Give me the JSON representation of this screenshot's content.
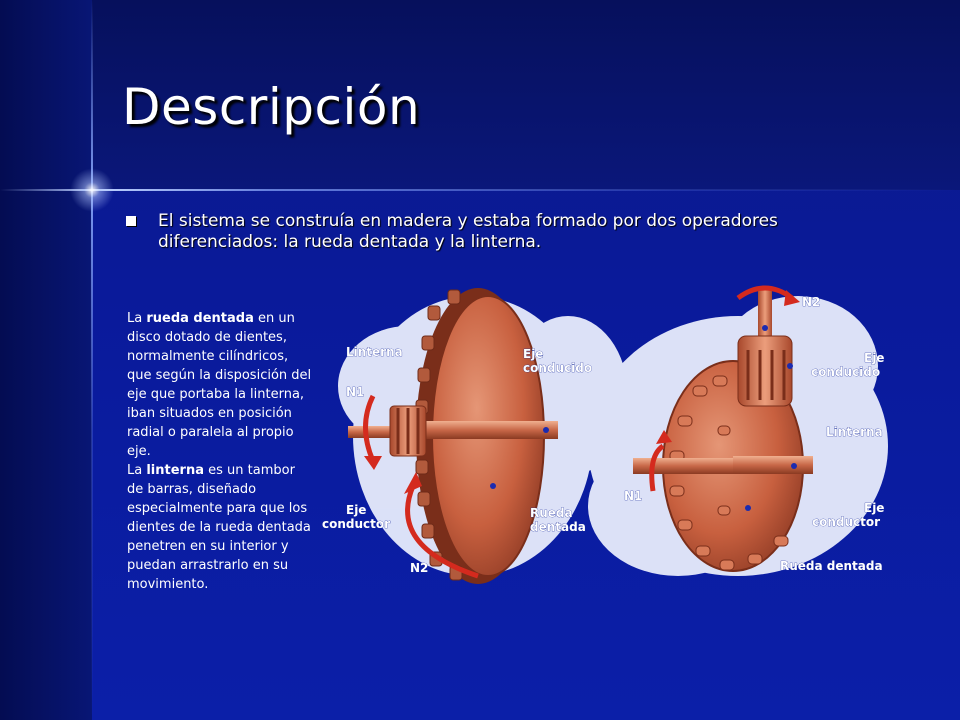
{
  "slide": {
    "title": "Descripción",
    "bullet": "El sistema se construía en madera y estaba formado por dos operadores diferenciados: la rueda dentada y la linterna."
  },
  "description": {
    "p1_pre": "La ",
    "p1_term": "rueda dentada",
    "p1_post": " en un disco dotado de dientes, normalmente cilíndricos, que según la disposición del eje que portaba la linterna, iban situados en posición radial o paralela al propio eje.",
    "p2_pre": "La ",
    "p2_term": "linterna",
    "p2_post": " es un tambor de barras, diseñado especialmente para que los dientes de la rueda dentada penetren en su interior y puedan arrastrarlo en su movimiento."
  },
  "figure_labels": {
    "left": {
      "linterna": "Linterna",
      "eje_conducido_1": "Eje",
      "eje_conducido_2": "conducido",
      "n1": "N1",
      "eje_conductor_1": "Eje",
      "eje_conductor_2": "conductor",
      "rueda_dentada_1": "Rueda",
      "rueda_dentada_2": "dentada",
      "n2": "N2"
    },
    "right": {
      "n2": "N2",
      "eje_conducido_1": "Eje",
      "eje_conducido_2": "conducido",
      "linterna": "Linterna",
      "n1": "N1",
      "eje_conductor_1": "Eje",
      "eje_conductor_2": "conductor",
      "rueda_dentada": "Rueda dentada"
    }
  },
  "colors": {
    "background": "#0b1fa8",
    "title_band": "#06105c",
    "wood": "#c85a3c",
    "wood_light": "#e79a78",
    "arrow": "#d42a1e"
  }
}
